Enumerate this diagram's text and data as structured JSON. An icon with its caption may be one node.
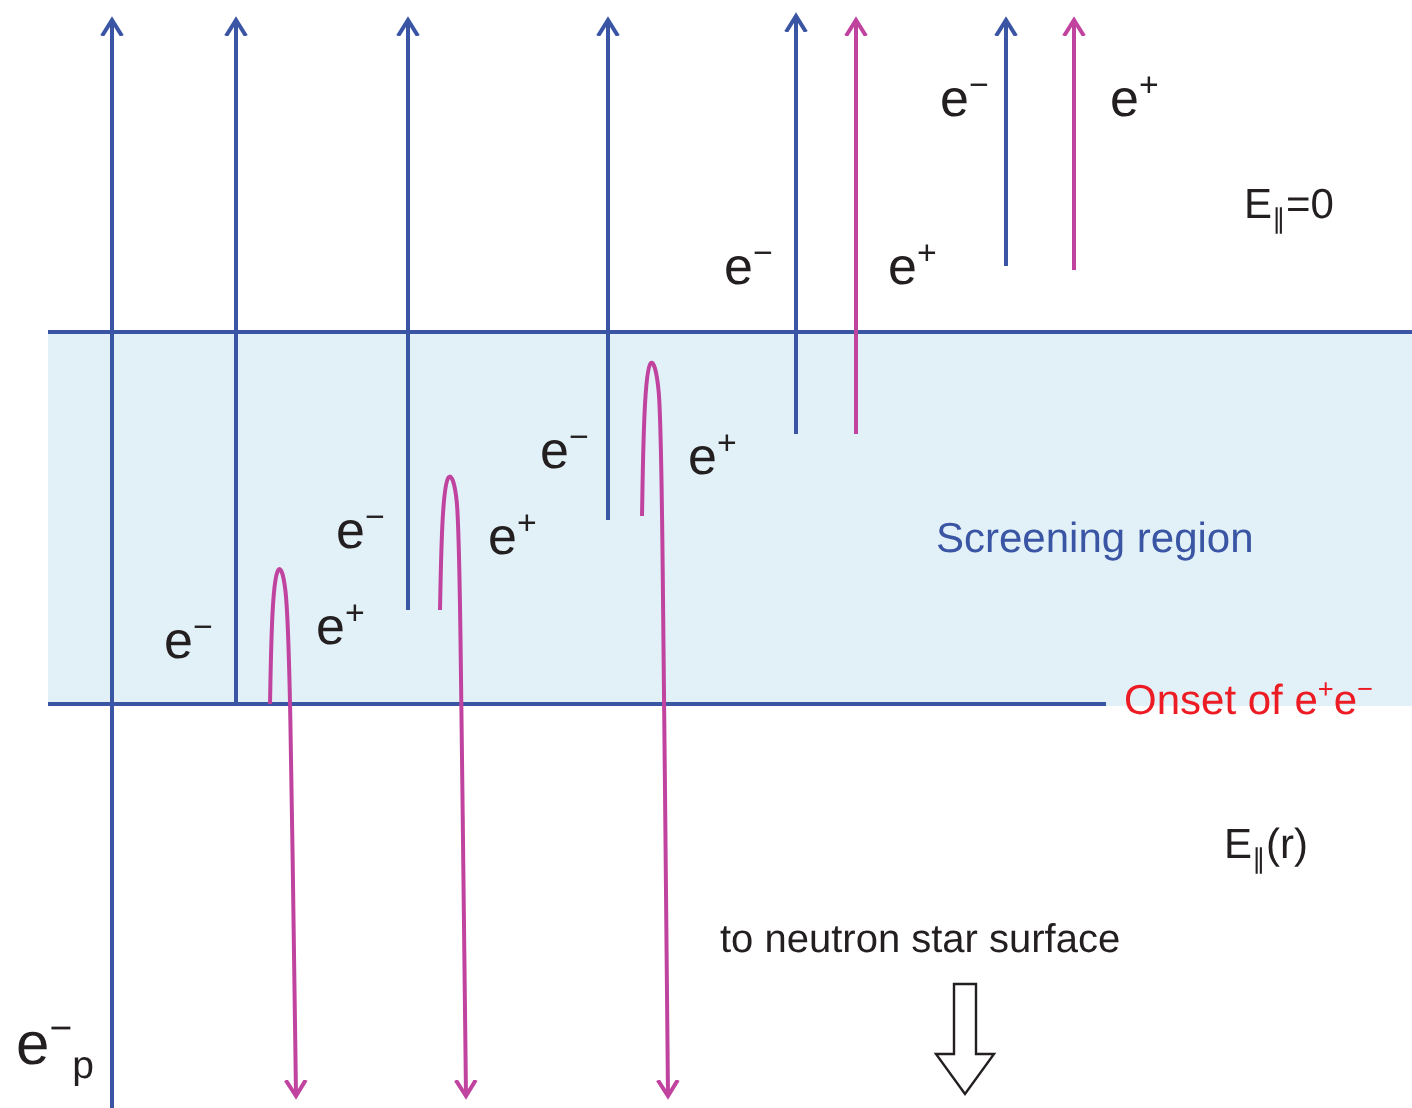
{
  "diagram": {
    "nodes": [
      {
        "text": [
          "Screening region"
        ]
      }
    ],
    "edges": [],
    "labels": [
      "e$^{−}$",
      "e$^{+}$",
      "E$_{∥}$=0",
      "e$^{−}$",
      "e$^{+}$",
      "e$^{−}$",
      "e$^{+}$",
      "e$^{−}$",
      "e$^{+}$",
      "e$^{−}$",
      "e$^{+}$",
      "Onset of e$^{+}$e$^{−}$",
      "E$_{∥}$(r)",
      "to neutron star surface",
      "e$^{−}$$_{p}$"
    ]
  }
}
